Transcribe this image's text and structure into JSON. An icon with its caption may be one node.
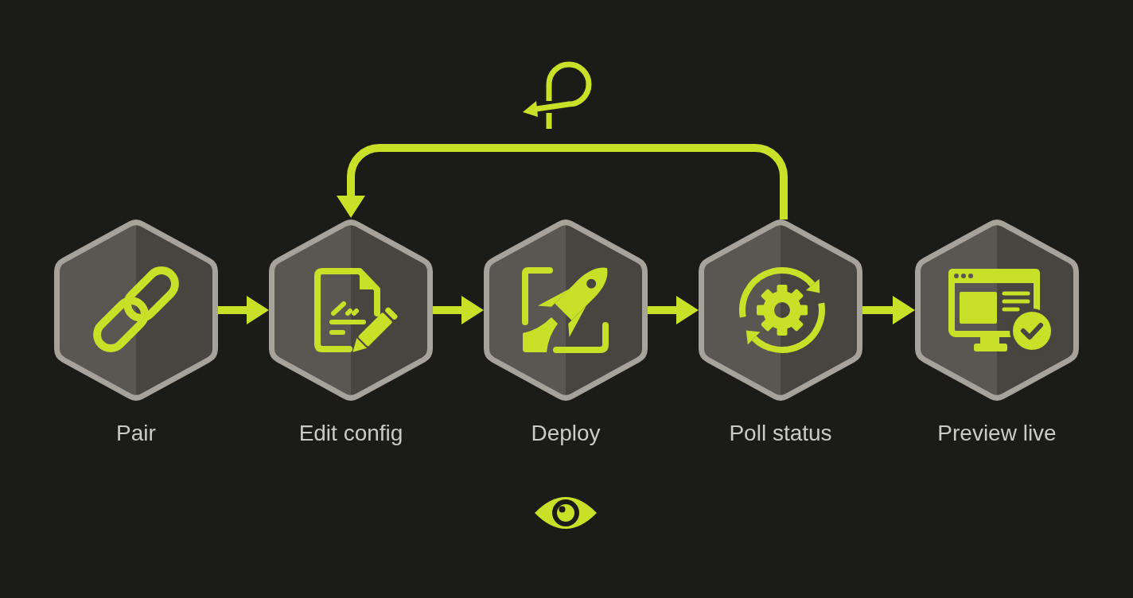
{
  "diagram": {
    "nodes": [
      {
        "text": [
          "Pair"
        ]
      },
      {
        "text": [
          "Edit config"
        ]
      },
      {
        "text": [
          "Deploy"
        ]
      },
      {
        "text": [
          "Poll status"
        ]
      },
      {
        "text": [
          "Preview live"
        ]
      }
    ],
    "edges": [
      {
        "from": 0,
        "to": 1,
        "arrow": "to"
      },
      {
        "from": 1,
        "to": 2,
        "arrow": "to"
      },
      {
        "from": 2,
        "to": 3,
        "arrow": "to"
      },
      {
        "from": 3,
        "to": 4,
        "arrow": "to"
      },
      {
        "from": 3,
        "to": 1,
        "arrow": "to"
      }
    ]
  }
}
